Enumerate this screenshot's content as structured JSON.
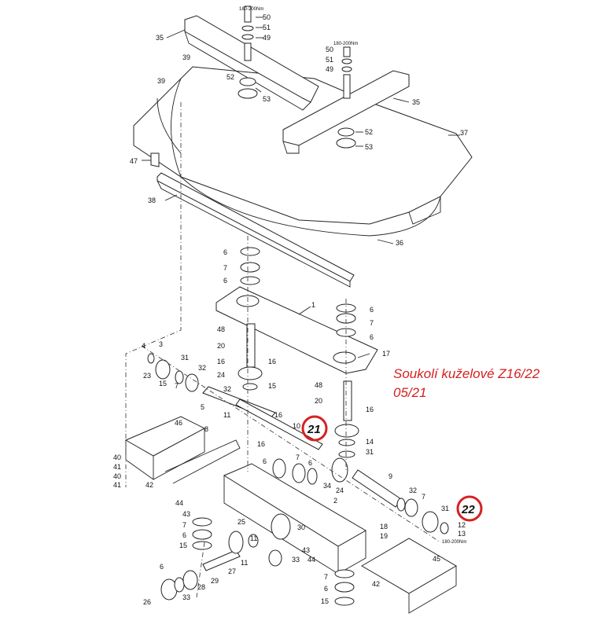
{
  "caption": {
    "line1": "Soukolí kuželové Z16/22",
    "line2": "05/21",
    "color": "#d62020"
  },
  "callouts": {
    "a": "21",
    "b": "22"
  },
  "torque_notes": {
    "n1": "180-200Nm",
    "n2": "180-200Nm",
    "n3": "180-200Nm"
  },
  "labels": {
    "l50a": "50",
    "l51a": "51",
    "l49a": "49",
    "l35a": "35",
    "l39a": "39",
    "l39b": "39",
    "l52a": "52",
    "l53a": "53",
    "l50b": "50",
    "l51b": "51",
    "l49b": "49",
    "l35b": "35",
    "l52b": "52",
    "l53b": "53",
    "l37": "37",
    "l47": "47",
    "l38": "38",
    "l36": "36",
    "l6a": "6",
    "l7a": "7",
    "l6b": "6",
    "l1": "1",
    "l6c": "6",
    "l7b": "7",
    "l6d": "6",
    "l48a": "48",
    "l20a": "20",
    "l16a": "16",
    "l16b": "16",
    "l17": "17",
    "l24a": "24",
    "l15a": "15",
    "l4": "4",
    "l3": "3",
    "l31a": "31",
    "l32a": "32",
    "l23": "23",
    "l15b": "15",
    "l7c": "7",
    "l32b": "32",
    "l48b": "48",
    "l20b": "20",
    "l5": "5",
    "l11a": "11",
    "l16c": "16",
    "l16d": "16",
    "l10": "10",
    "l14": "14",
    "l31b": "31",
    "l46": "46",
    "l8": "8",
    "l16e": "16",
    "l6e": "6",
    "l7d": "7",
    "l6f": "6",
    "l34": "34",
    "l24b": "24",
    "l9": "9",
    "l40a": "40",
    "l41a": "41",
    "l40b": "40",
    "l41b": "41",
    "l42a": "42",
    "l32c": "32",
    "l7e": "7",
    "l31c": "31",
    "l12": "12",
    "l13": "13",
    "l2": "2",
    "l44a": "44",
    "l43a": "43",
    "l7f": "7",
    "l6g": "6",
    "l15c": "15",
    "l25": "25",
    "l11b": "11",
    "l30": "30",
    "l18": "18",
    "l19": "19",
    "l33a": "33",
    "l43b": "43",
    "l44b": "44",
    "l45": "45",
    "l11c": "11",
    "l27": "27",
    "l6h": "6",
    "l29": "29",
    "l28": "28",
    "l26": "26",
    "l33b": "33",
    "l7g": "7",
    "l6i": "6",
    "l15d": "15",
    "l42b": "42"
  }
}
